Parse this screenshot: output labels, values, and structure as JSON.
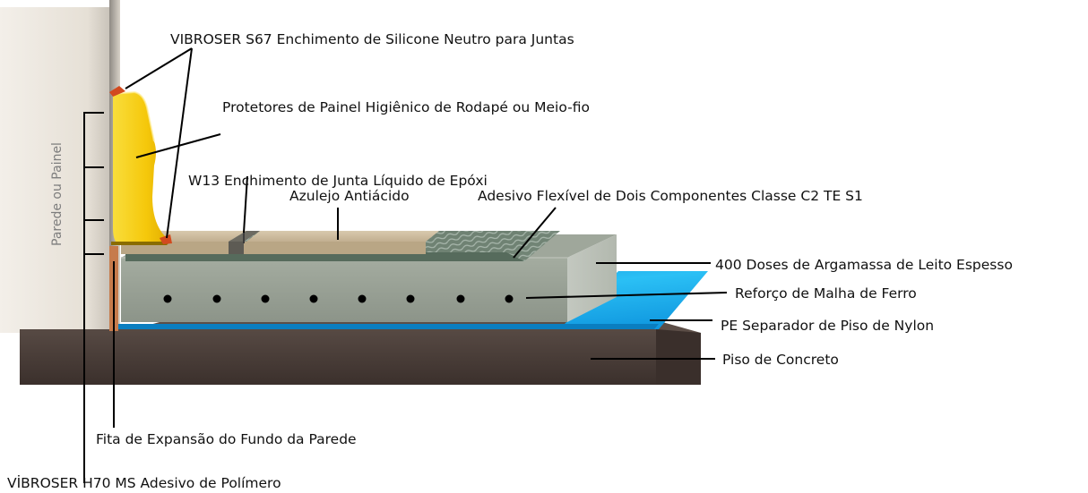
{
  "wall_label": "Parede ou Painel",
  "labels": {
    "silicone": "VIBROSER S67 Enchimento de Silicone Neutro para Juntas",
    "skirting": "Protetores de Painel Higiênico de Rodapé ou Meio-fio",
    "epoxy": "W13 Enchimento de Junta Líquido de Epóxi",
    "tile": "Azulejo Antiácido",
    "adhesive": "Adesivo Flexível de Dois Componentes Classe C2 TE S1",
    "screed": "400 Doses de Argamassa de Leito Espesso",
    "mesh": "Reforço de Malha de Ferro",
    "separator": "PE Separador de Piso de Nylon",
    "concrete": "Piso de Concreto",
    "tape": "Fita de Expansão do Fundo da Parede",
    "polymer": "VİBROSER H70 MS Adesivo de Polímero"
  },
  "colors": {
    "wall": "#ece7df",
    "skirting": "#f5cc12",
    "tile": "#cbb99b",
    "screed": "#9aa296",
    "separator": "#0fa3e8",
    "concrete": "#4b3f3a",
    "sealant": "#d24a1f"
  }
}
